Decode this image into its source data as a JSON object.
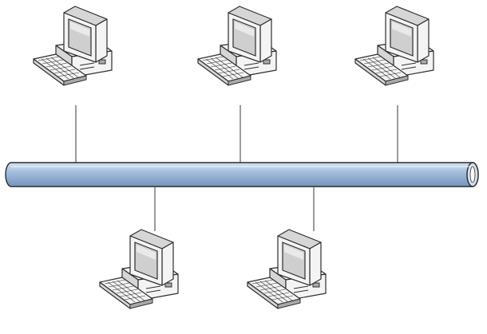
{
  "diagram": {
    "type": "bus-network-topology",
    "colors": {
      "background": "#ffffff",
      "bus_fill_top": "#d3e1f1",
      "bus_fill_mid": "#9fb9d8",
      "bus_fill_bottom": "#7494bf",
      "bus_stroke": "#2b2b2b",
      "link_stroke": "#3a3a3a",
      "computer_light": "#f4f4f4",
      "computer_mid": "#d6d6d6",
      "computer_dark": "#a9a9a9",
      "computer_stroke": "#2e2e2e"
    },
    "bus": {
      "label": "",
      "icon": "network-bus-cable"
    },
    "computers": [
      {
        "id": "pc-1",
        "icon": "desktop-computer-icon",
        "side": "top"
      },
      {
        "id": "pc-2",
        "icon": "desktop-computer-icon",
        "side": "top"
      },
      {
        "id": "pc-3",
        "icon": "desktop-computer-icon",
        "side": "top"
      },
      {
        "id": "pc-4",
        "icon": "desktop-computer-icon",
        "side": "bottom"
      },
      {
        "id": "pc-5",
        "icon": "desktop-computer-icon",
        "side": "bottom"
      }
    ]
  }
}
